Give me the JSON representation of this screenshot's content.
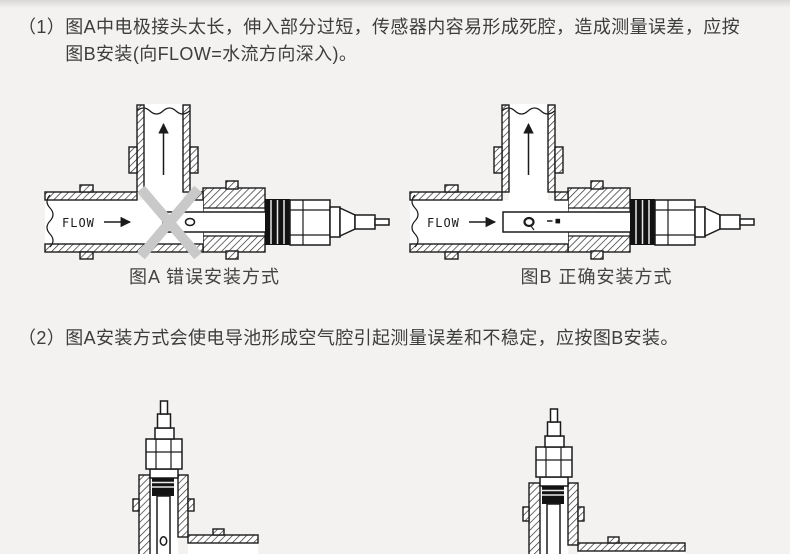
{
  "page": {
    "background": "#f3f2f0",
    "text_color": "#3d3d3d"
  },
  "instructions": [
    {
      "marker": "（1）",
      "lines": [
        "图A中电极接头太长，伸入部分过短，传感器内容易形成死腔，造成测量误差，应按",
        "图B安装(向FLOW=水流方向深入)。"
      ]
    },
    {
      "marker": "（2）",
      "lines": [
        "图A安装方式会使电导池形成空气腔引起测量误差和不稳定，应按图B安装。"
      ]
    }
  ],
  "figures": {
    "figA": {
      "caption": "图A 错误安装方式",
      "flow_label": "FLOW"
    },
    "figB": {
      "caption": "图B 正确安装方式",
      "flow_label": "FLOW"
    }
  },
  "colors": {
    "drawing_line": "#1b1b1b",
    "pipe_interior": "#ffffff",
    "gland_black": "#121212",
    "x_mark_gray": "#c9c9c9"
  }
}
